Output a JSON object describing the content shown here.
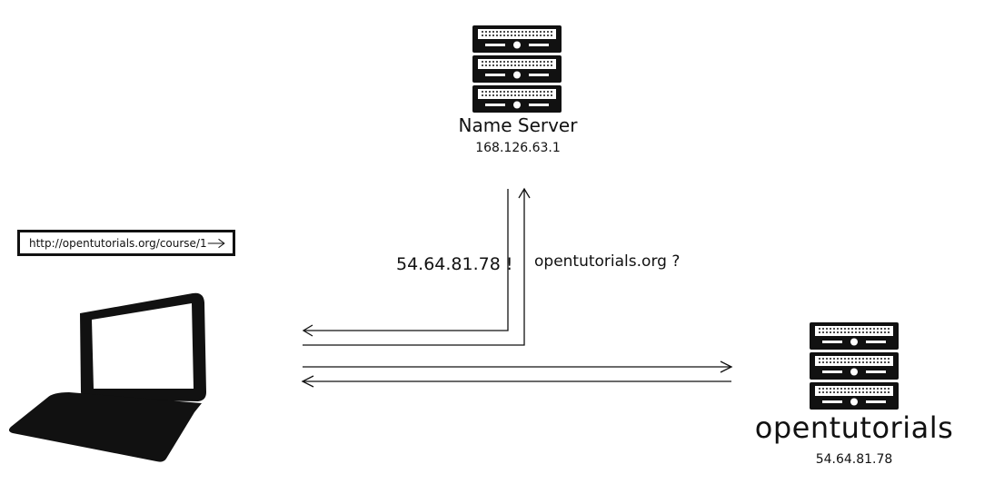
{
  "name_server": {
    "label": "Name Server",
    "ip": "168.126.63.1",
    "icon": "server-rack-icon"
  },
  "web_server": {
    "label": "opentutorials",
    "ip": "54.64.81.78",
    "icon": "server-rack-icon"
  },
  "client": {
    "icon": "laptop-icon",
    "url": "http://opentutorials.org/course/1"
  },
  "dns_query": {
    "text": "opentutorials.org ?"
  },
  "dns_answer": {
    "text": "54.64.81.78 !"
  },
  "colors": {
    "ink": "#111111",
    "background": "#ffffff"
  }
}
